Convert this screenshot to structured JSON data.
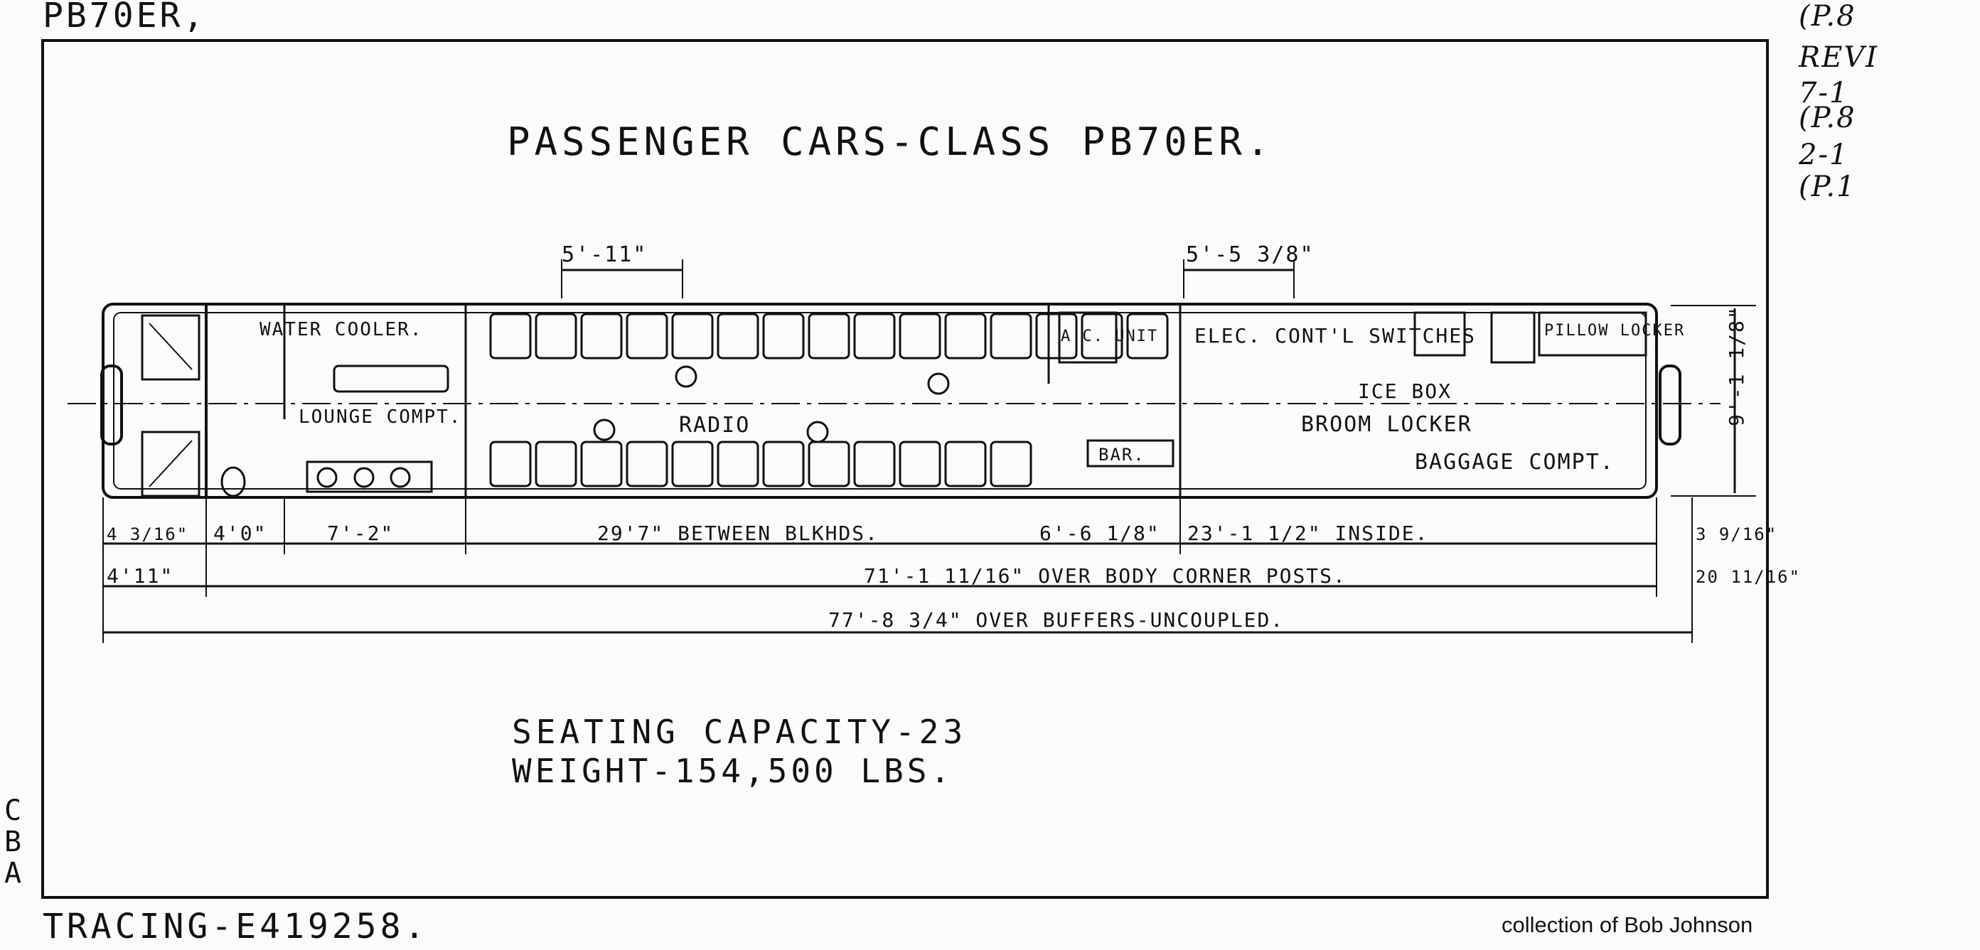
{
  "sheet": {
    "corner_label": "PB70ER,",
    "title": "PASSENGER CARS-CLASS PB70ER.",
    "tracing": "TRACING-E419258.",
    "credit": "collection of Bob Johnson",
    "revision_lines": [
      "(P.8",
      "REVI",
      "7-1",
      "(P.8",
      "2-1",
      "(P.1"
    ],
    "revision_letters": [
      "C",
      "B",
      "A"
    ]
  },
  "plan_labels": {
    "water_cooler": "WATER COOLER.",
    "lounge": "LOUNGE COMPT.",
    "radio": "RADIO",
    "ac_unit": "A.C. UNIT",
    "elec_switches": "ELEC. CONT'L SWITCHES",
    "ice_box": "ICE BOX",
    "broom_locker": "BROOM LOCKER",
    "pillow_locker": "PILLOW LOCKER",
    "baggage": "BAGGAGE COMPT.",
    "bar": "BAR."
  },
  "dimensions": {
    "seat_pitch_left": "5'-11\"",
    "seat_pitch_right": "5'-5 3/8\"",
    "height": "9'-1 1/8\"",
    "end_left_a": "4 3/16\"",
    "lounge_a": "4'0\"",
    "lounge_b": "7'-2\"",
    "between_bulkheads": "29'7\" BETWEEN BLKHDS.",
    "mid_section": "6'-6 1/8\"",
    "baggage_inside": "23'-1 1/2\" INSIDE.",
    "end_right_a": "3 9/16\"",
    "end_left_b": "4'11\"",
    "over_corner_posts": "71'-1 11/16\" OVER BODY CORNER POSTS.",
    "end_right_b": "20 11/16\"",
    "over_buffers": "77'-8 3/4\" OVER BUFFERS-UNCOUPLED."
  },
  "specs": {
    "seating": "SEATING CAPACITY-23",
    "weight": "WEIGHT-154,500 LBS."
  }
}
